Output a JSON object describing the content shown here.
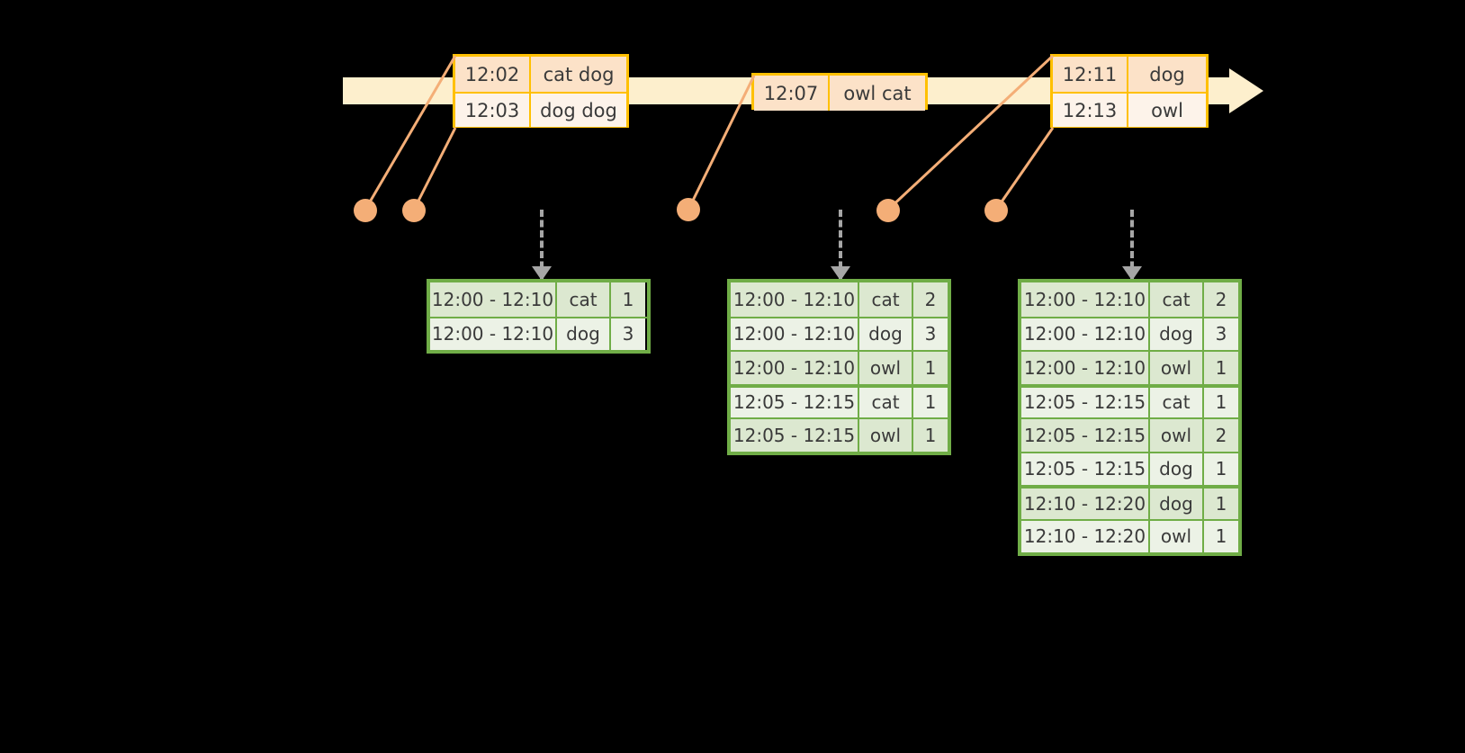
{
  "timeline": {
    "bar_color": "#FDEFCD",
    "border_color": "#FFC000",
    "event_groups": [
      {
        "name": "event-group-1",
        "events": [
          {
            "time": "12:02",
            "words": "cat dog"
          },
          {
            "time": "12:03",
            "words": "dog dog"
          }
        ]
      },
      {
        "name": "event-group-2",
        "events": [
          {
            "time": "12:07",
            "words": "owl cat"
          }
        ]
      },
      {
        "name": "event-group-3",
        "events": [
          {
            "time": "12:11",
            "words": "dog"
          },
          {
            "time": "12:13",
            "words": "owl"
          }
        ]
      }
    ]
  },
  "connector_dot_color": "#F4AE77",
  "dashed_arrow_color": "#A6A6A6",
  "result_tables": [
    {
      "name": "result-table-1",
      "border_color": "#70AD47",
      "rows": [
        {
          "window": "12:00 - 12:10",
          "word": "cat",
          "count": "1"
        },
        {
          "window": "12:00 - 12:10",
          "word": "dog",
          "count": "3"
        }
      ]
    },
    {
      "name": "result-table-2",
      "border_color": "#70AD47",
      "rows": [
        {
          "window": "12:00 - 12:10",
          "word": "cat",
          "count": "2"
        },
        {
          "window": "12:00 - 12:10",
          "word": "dog",
          "count": "3"
        },
        {
          "window": "12:00 - 12:10",
          "word": "owl",
          "count": "1"
        },
        {
          "window": "12:05 - 12:15",
          "word": "cat",
          "count": "1"
        },
        {
          "window": "12:05 - 12:15",
          "word": "owl",
          "count": "1"
        }
      ]
    },
    {
      "name": "result-table-3",
      "border_color": "#70AD47",
      "rows": [
        {
          "window": "12:00 - 12:10",
          "word": "cat",
          "count": "2"
        },
        {
          "window": "12:00 - 12:10",
          "word": "dog",
          "count": "3"
        },
        {
          "window": "12:00 - 12:10",
          "word": "owl",
          "count": "1"
        },
        {
          "window": "12:05 - 12:15",
          "word": "cat",
          "count": "1"
        },
        {
          "window": "12:05 - 12:15",
          "word": "owl",
          "count": "2"
        },
        {
          "window": "12:05 - 12:15",
          "word": "dog",
          "count": "1"
        },
        {
          "window": "12:10 - 12:20",
          "word": "dog",
          "count": "1"
        },
        {
          "window": "12:10 - 12:20",
          "word": "owl",
          "count": "1"
        }
      ]
    }
  ]
}
